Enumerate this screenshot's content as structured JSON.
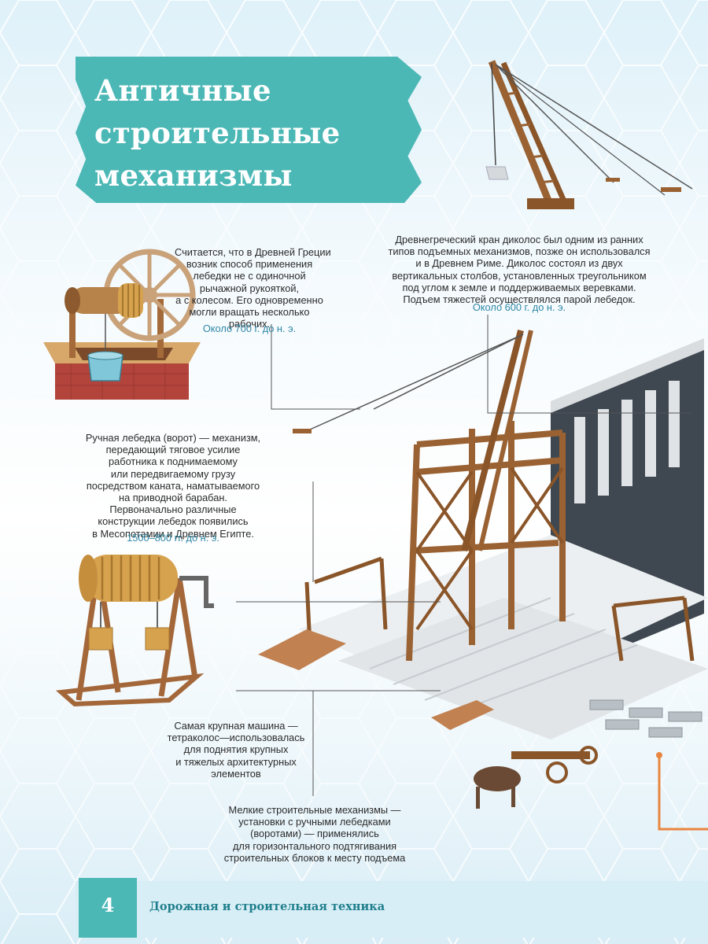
{
  "page": {
    "title_lines": [
      "Античные",
      "строительные",
      "механизмы"
    ],
    "footer": {
      "page_number": "4",
      "section_title": "Дорожная и строительная техника"
    },
    "colors": {
      "accent": "#4cb8b6",
      "date_text": "#2f88a6",
      "body_text": "#2b2b2b",
      "wood": "#9a6233",
      "stone": "#d9dde0",
      "leader_line": "#555555"
    }
  },
  "notes": {
    "winch_greece": {
      "lines": [
        "Считается, что в Древней Греции",
        "возник способ применения",
        "лебедки не с одиночной",
        "рычажной рукояткой,",
        "а с колесом. Его одновременно",
        "могли вращать несколько",
        "рабочих."
      ],
      "date": "Около 700 г. до н. э."
    },
    "dikolos": {
      "lines": [
        "Древнегреческий кран диколос был одним из ранних",
        "типов подъемных механизмов, позже он использовался",
        "и в Древнем Риме. Диколос состоял из двух",
        "вертикальных столбов, установленных треугольником",
        "под углом к земле и поддерживаемых веревками.",
        "Подъем тяжестей осуществлялся парой лебедок."
      ],
      "date": "Около 600 г. до н. э."
    },
    "hand_winch": {
      "lines": [
        "Ручная лебедка (ворот) — механизм,",
        "передающий тяговое усилие",
        "работника к поднимаемому",
        "или передвигаемому грузу",
        "посредством каната, наматываемого",
        "на приводной барабан.",
        "Первоначально различные",
        "конструкции лебедок появились",
        "в Месопотамии и Древнем Египте."
      ],
      "date": "1500–800 гг. до н. э."
    },
    "tetrakolos": {
      "lines": [
        "Самая крупная машина —",
        "тетраколос—использовалась",
        "для поднятия крупных",
        "и тяжелых архитектурных",
        "элементов"
      ]
    },
    "small_machines": {
      "lines": [
        "Мелкие строительные механизмы —",
        "установки с ручными лебедками",
        "(воротами) — применялись",
        "для горизонтального подтягивания",
        "строительных блоков к месту подъема"
      ]
    }
  },
  "illustrations": {
    "wheel_winch": "wheel-winch-illustration",
    "dikolos_crane": "dikolos-crane-illustration",
    "hand_winch": "hand-winch-illustration",
    "construction_site": "temple-construction-scene"
  }
}
